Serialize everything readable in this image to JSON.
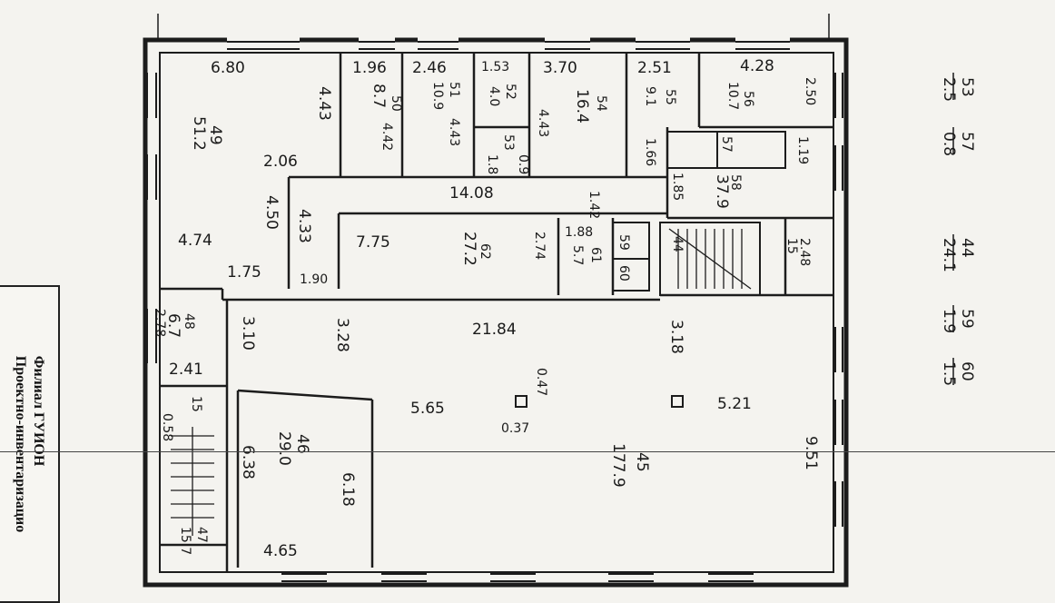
{
  "stamp": {
    "line1": "Филиал ГУИОН",
    "line2": "Проектно-инвентаризацио"
  },
  "rooms": [
    {
      "id": "r49",
      "num": "49",
      "area": "51.2",
      "dims": [
        "6.80",
        "4.43",
        "2.06",
        "4.50",
        "4.74",
        "4.33",
        "1.75",
        "1.90"
      ]
    },
    {
      "id": "r50",
      "num": "50",
      "area": "8.7",
      "dims": [
        "1.96",
        "4.42"
      ]
    },
    {
      "id": "r51",
      "num": "51",
      "area": "10.9",
      "dims": [
        "2.46",
        "4.43"
      ]
    },
    {
      "id": "r52",
      "num": "52",
      "area": "4.0",
      "dims": [
        "1.53"
      ]
    },
    {
      "id": "r53",
      "num": "53",
      "area": "1.8",
      "dims": [
        "0.9"
      ]
    },
    {
      "id": "r54",
      "num": "54",
      "area": "16.4",
      "dims": [
        "3.70",
        "4.43"
      ]
    },
    {
      "id": "r55",
      "num": "55",
      "area": "9.1",
      "dims": [
        "2.51",
        "1.66"
      ]
    },
    {
      "id": "r56",
      "num": "56",
      "area": "10.7",
      "dims": [
        "4.28",
        "2.50"
      ]
    },
    {
      "id": "r57",
      "num": "57",
      "area": "",
      "dims": [
        "1.19"
      ]
    },
    {
      "id": "r58",
      "num": "58",
      "area": "37.9",
      "dims": [
        "14.08",
        "1.85",
        "1.42"
      ]
    },
    {
      "id": "r62",
      "num": "62",
      "area": "27.2",
      "dims": [
        "7.75",
        "2.74"
      ]
    },
    {
      "id": "r61",
      "num": "61",
      "area": "5.7",
      "dims": [
        "1.88"
      ]
    },
    {
      "id": "r59",
      "num": "59",
      "area": "",
      "dims": []
    },
    {
      "id": "r60",
      "num": "60",
      "area": "",
      "dims": []
    },
    {
      "id": "r44",
      "num": "44",
      "area": "",
      "dims": []
    },
    {
      "id": "r15",
      "num": "15",
      "area": "",
      "dims": [
        "2.48"
      ]
    },
    {
      "id": "r48",
      "num": "48",
      "area": "6.7",
      "dims": [
        "2.78",
        "2.41"
      ]
    },
    {
      "id": "r45",
      "num": "45",
      "area": "177.9",
      "dims": [
        "21.84",
        "3.10",
        "3.28",
        "3.18",
        "5.65",
        "0.47",
        "0.37",
        "5.21",
        "9.51"
      ]
    },
    {
      "id": "r46",
      "num": "46",
      "area": "29.0",
      "dims": [
        "6.38",
        "6.18",
        "4.65"
      ]
    },
    {
      "id": "r47",
      "num": "47",
      "area": "15.7",
      "dims": [
        "0.58"
      ]
    },
    {
      "id": "r15b",
      "num": "15",
      "area": "",
      "dims": []
    }
  ],
  "side_list": [
    {
      "num": "53",
      "area": "2.5"
    },
    {
      "num": "57",
      "area": "0.8"
    },
    {
      "num": "44",
      "area": "24.1"
    },
    {
      "num": "59",
      "area": "1.9"
    },
    {
      "num": "60",
      "area": "1.5"
    }
  ]
}
